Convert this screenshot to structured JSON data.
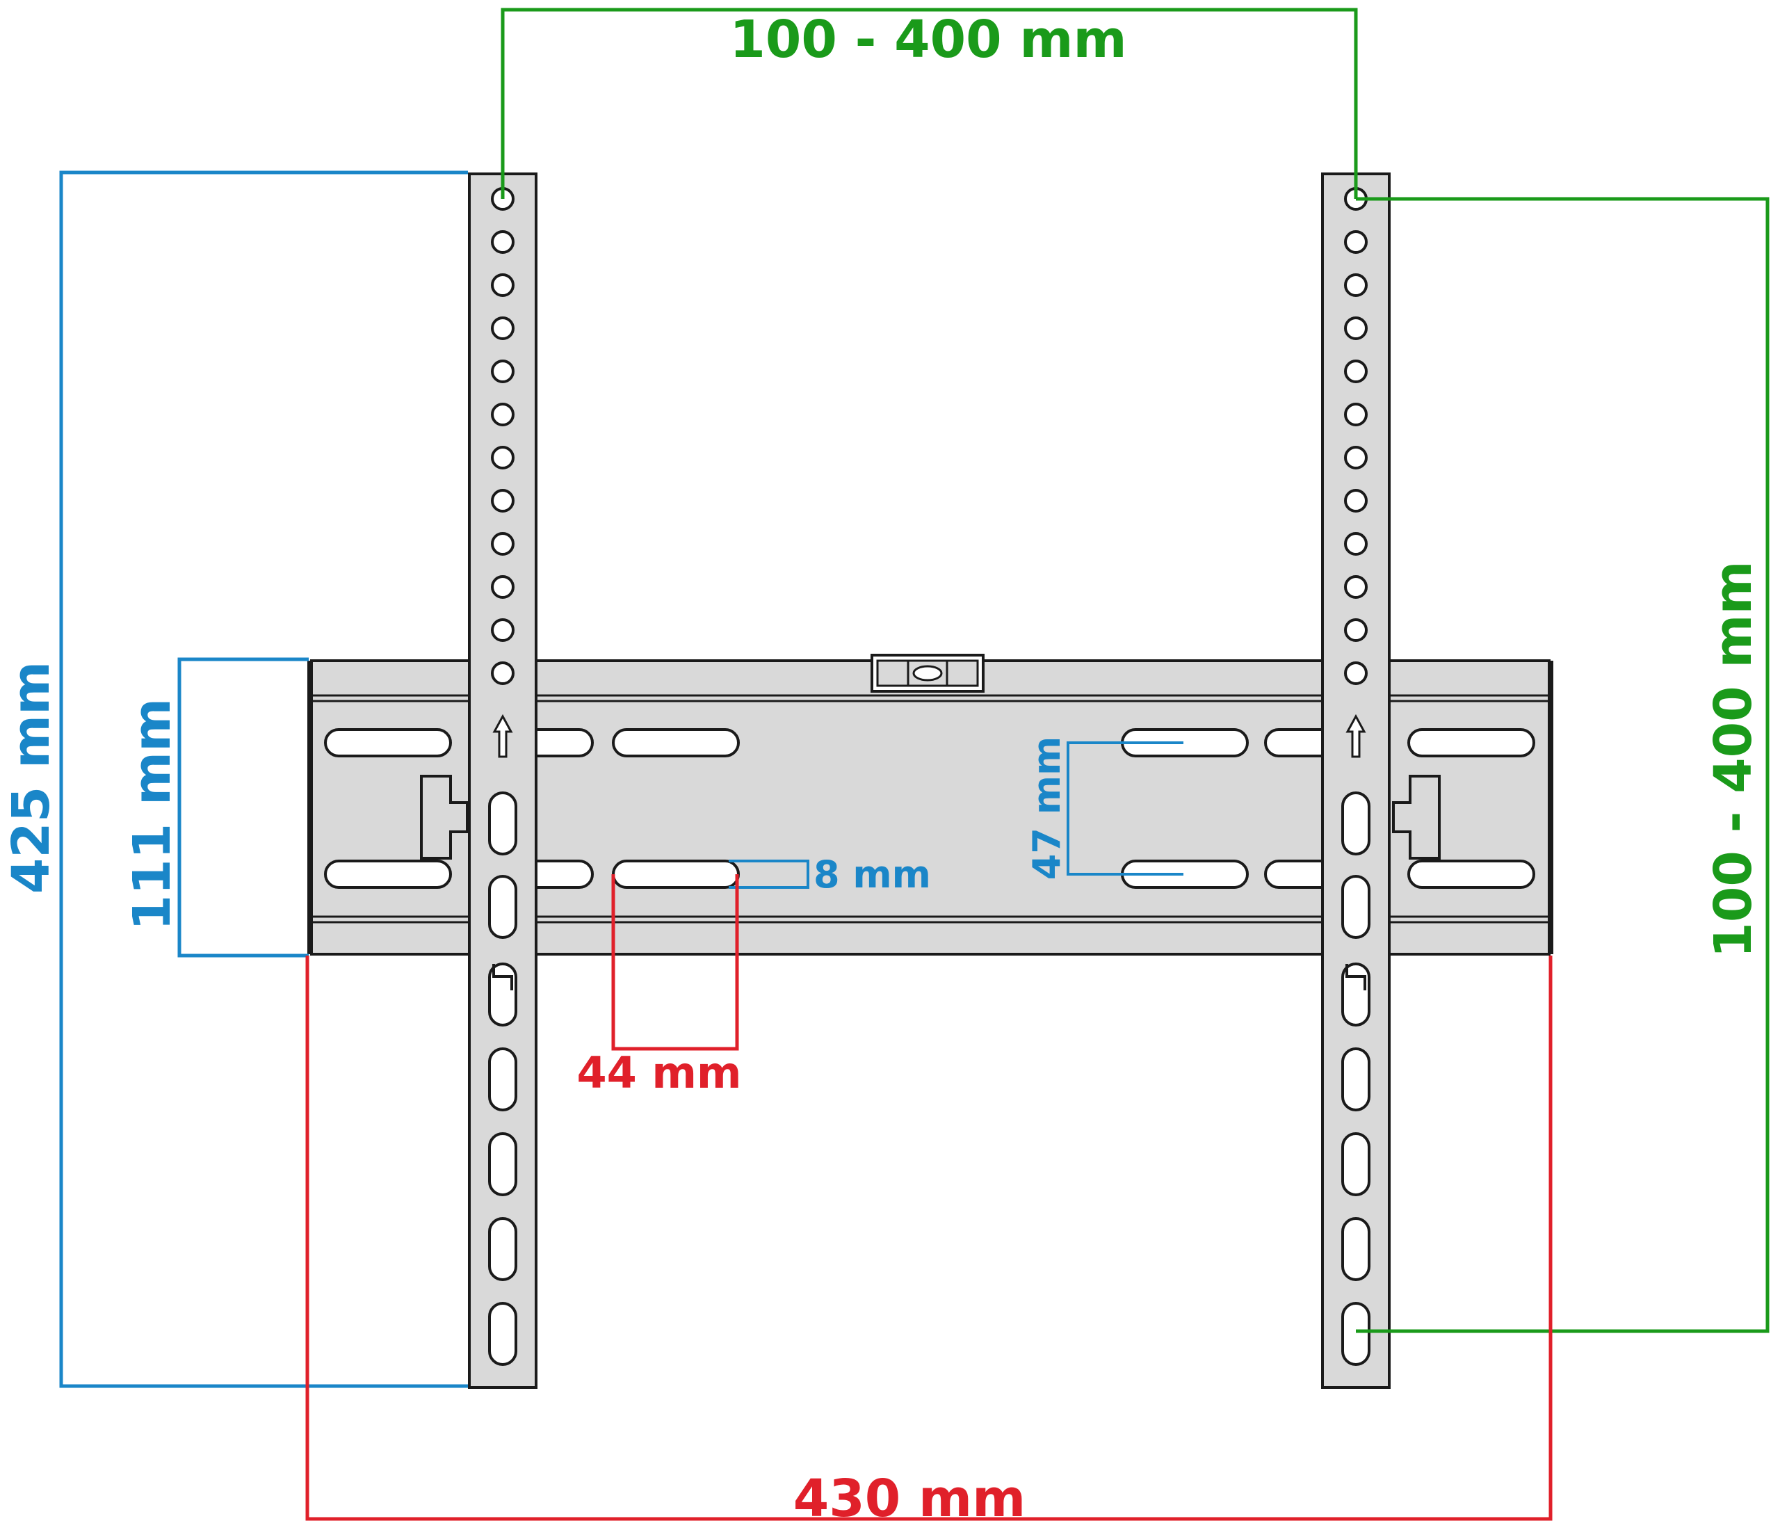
{
  "dimensions": {
    "vesa_horizontal": "100 - 400 mm",
    "vesa_vertical": "100 - 400 mm",
    "total_height": "425 mm",
    "wall_plate_height": "111 mm",
    "slot_width": "8 mm",
    "slot_spacing": "47 mm",
    "slot_offset": "44 mm",
    "total_width": "430 mm"
  },
  "colors": {
    "green": "#1a9a1a",
    "blue": "#1a86c8",
    "red": "#e0202a",
    "metal": "#d9d9d9",
    "outline": "#1a1a1a"
  }
}
